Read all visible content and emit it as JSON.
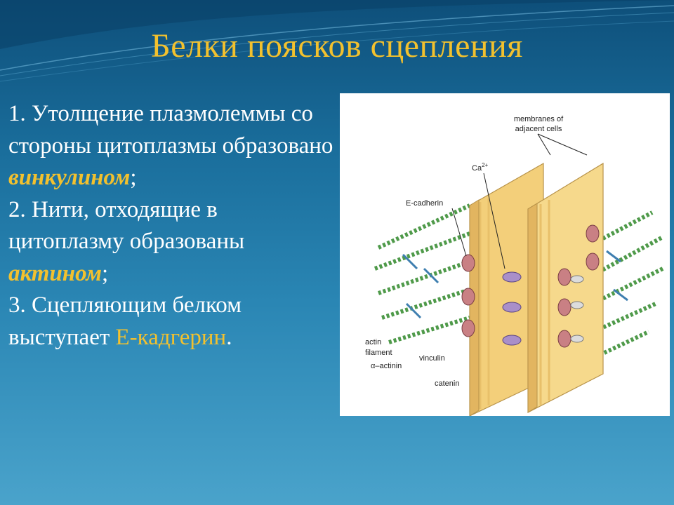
{
  "slide": {
    "title": "Белки поясков сцепления",
    "point1_text": "1. Утолщение плазмолеммы со стороны цитоплазмы образовано ",
    "point1_term": "винкулином",
    "point1_end": ";",
    "point2_text": "2. Нити, отходящие в цитоплазму  образованы ",
    "point2_term": "актином",
    "point2_end": ";",
    "point3_text": "3. Сцепляющим белком выступает ",
    "point3_term": "Е-кадгерин",
    "point3_end": "."
  },
  "figure": {
    "label_membranes_line1": "membranes of",
    "label_membranes_line2": "adjacent cells",
    "label_ca": "Ca",
    "label_ca_sup": "2+",
    "label_ecadherin": "E-cadherin",
    "label_actin_line1": "actin",
    "label_actin_line2": "filament",
    "label_alpha_actinin": "α–actinin",
    "label_vinculin": "vinculin",
    "label_catenin": "catenin"
  },
  "colors": {
    "title": "#f2c12e",
    "highlight": "#f2c12e",
    "text": "#ffffff",
    "membrane": "#f3cf7a",
    "actin": "#4f9a4a",
    "cadherin": "#c98084"
  }
}
